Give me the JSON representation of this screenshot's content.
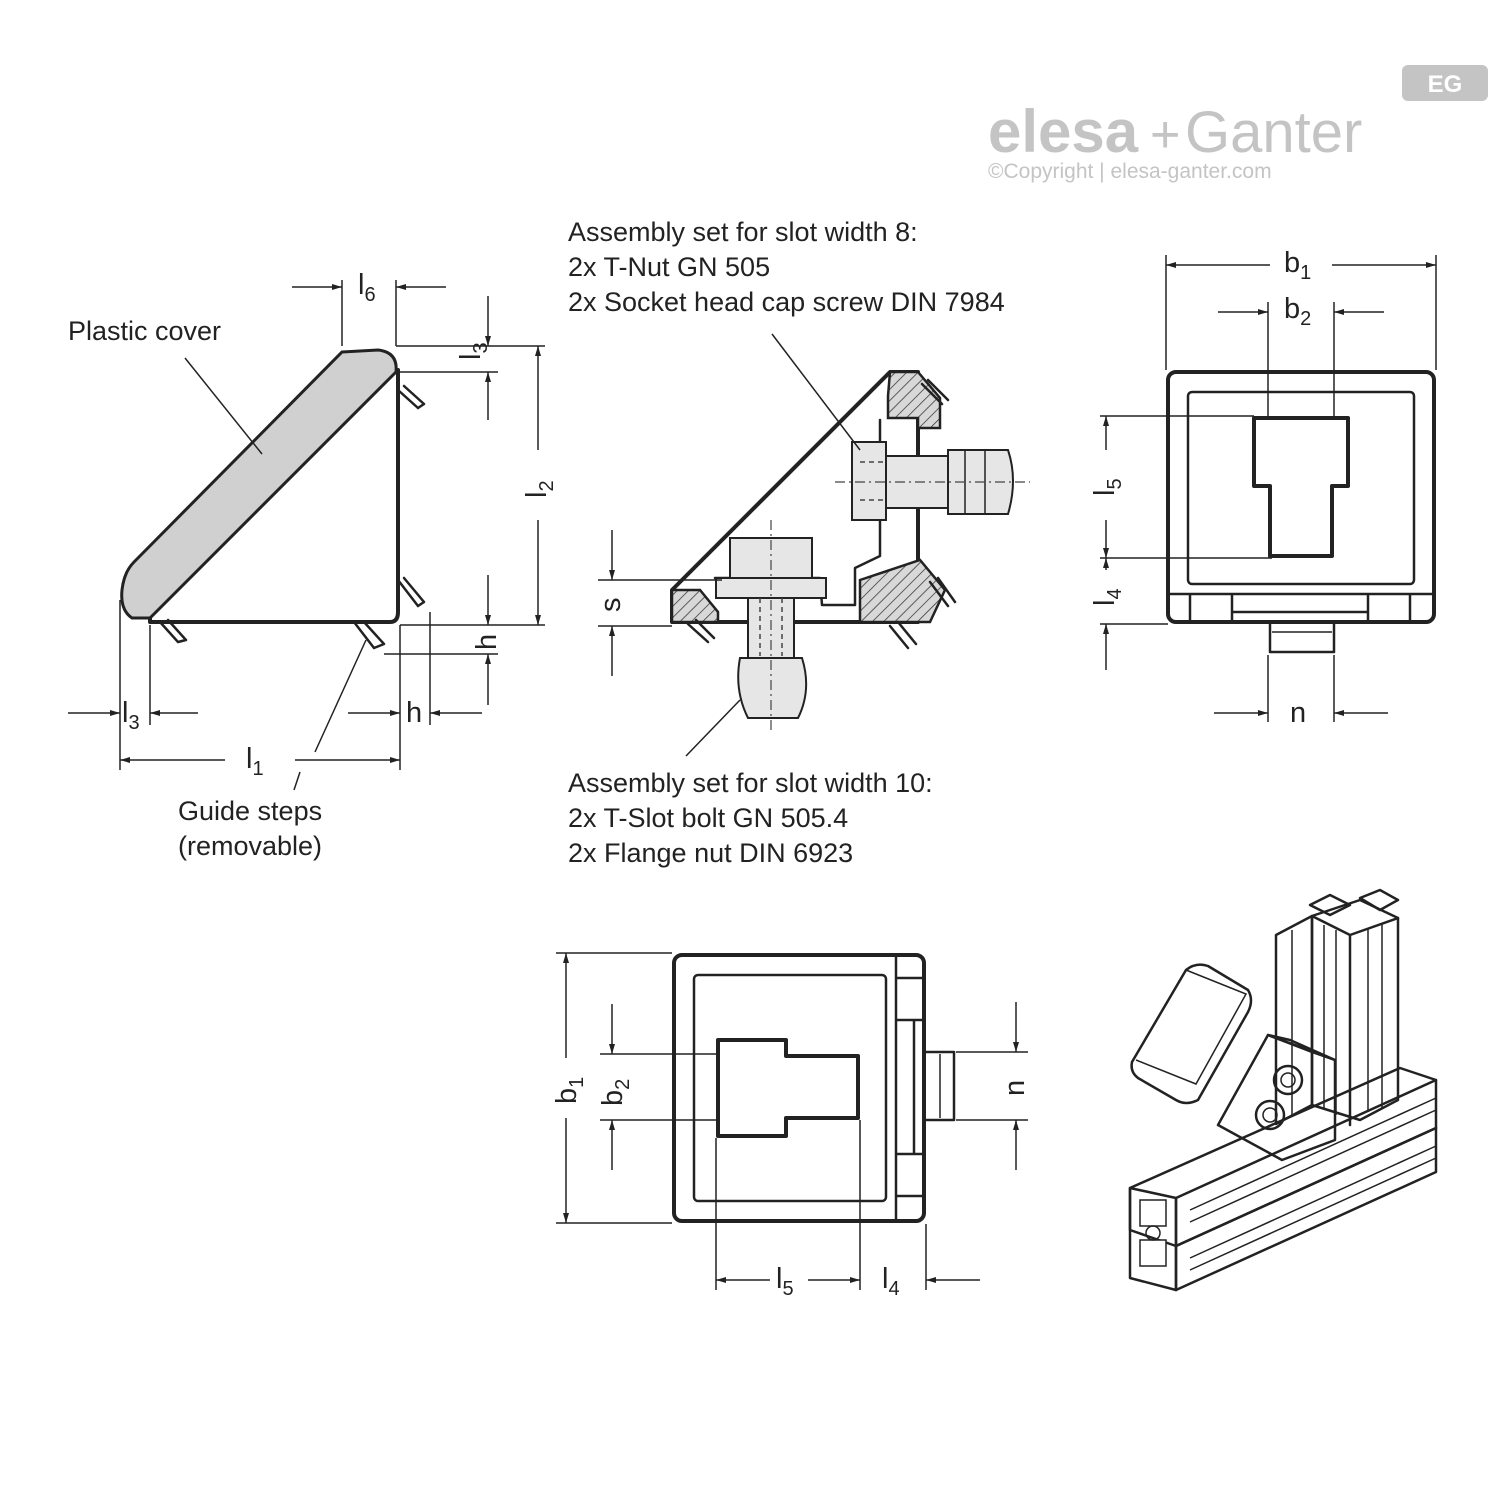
{
  "brand": {
    "name_part1": "elesa",
    "plus": "+",
    "name_part2": "Ganter",
    "copyright": "©Copyright | elesa-ganter.com",
    "badge": "EG"
  },
  "labels": {
    "plastic_cover": "Plastic cover",
    "guide_steps_line1": "Guide steps",
    "guide_steps_line2": "(removable)",
    "assembly8_line1": "Assembly set for slot width 8:",
    "assembly8_line2": "2x T-Nut GN 505",
    "assembly8_line3": "2x Socket head cap screw DIN 7984",
    "assembly10_line1": "Assembly set for slot width 10:",
    "assembly10_line2": "2x T-Slot bolt GN 505.4",
    "assembly10_line3": "2x Flange nut DIN 6923"
  },
  "dimensions": {
    "l": "l",
    "b": "b",
    "h": "h",
    "s": "s",
    "n": "n",
    "sub1": "1",
    "sub2": "2",
    "sub3": "3",
    "sub4": "4",
    "sub5": "5",
    "sub6": "6"
  },
  "colors": {
    "line": "#222222",
    "fill_grey": "#d0d0d0",
    "logo_grey": "#c4c4c4"
  }
}
